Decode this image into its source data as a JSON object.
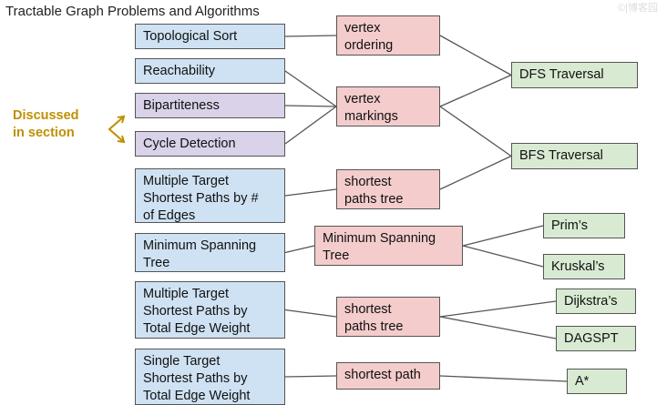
{
  "title": "Tractable Graph Problems and Algorithms",
  "watermark": "©|博客园",
  "annotation": {
    "line1": "Discussed",
    "line2": "in section",
    "color": "#bf9000"
  },
  "colors": {
    "problem": "#cfe2f3",
    "discussed_problem": "#d9d2e9",
    "technique": "#f4cccc",
    "algorithm": "#d9ead3",
    "border": "#555555",
    "edge": "#555555"
  },
  "problems": [
    {
      "id": "p1",
      "lines": [
        "Topological Sort"
      ]
    },
    {
      "id": "p2",
      "lines": [
        "Reachability"
      ]
    },
    {
      "id": "p3",
      "lines": [
        "Bipartiteness"
      ]
    },
    {
      "id": "p4",
      "lines": [
        "Cycle Detection"
      ]
    },
    {
      "id": "p5",
      "lines": [
        "Multiple Target",
        "Shortest Paths by #",
        "of Edges"
      ]
    },
    {
      "id": "p6",
      "lines": [
        "Minimum Spanning",
        "Tree"
      ]
    },
    {
      "id": "p7",
      "lines": [
        "Multiple Target",
        "Shortest Paths by",
        "Total Edge Weight"
      ]
    },
    {
      "id": "p8",
      "lines": [
        "Single Target",
        "Shortest Paths by",
        "Total Edge Weight"
      ]
    }
  ],
  "techniques": [
    {
      "id": "t1",
      "lines": [
        "vertex",
        "ordering"
      ]
    },
    {
      "id": "t2",
      "lines": [
        "vertex",
        "markings"
      ]
    },
    {
      "id": "t3",
      "lines": [
        "shortest",
        "paths tree"
      ]
    },
    {
      "id": "t4",
      "lines": [
        "Minimum Spanning",
        "Tree"
      ]
    },
    {
      "id": "t5",
      "lines": [
        "shortest",
        "paths tree"
      ]
    },
    {
      "id": "t6",
      "lines": [
        "shortest path"
      ]
    }
  ],
  "algorithms": [
    {
      "id": "a1",
      "lines": [
        "DFS Traversal"
      ]
    },
    {
      "id": "a2",
      "lines": [
        "BFS Traversal"
      ]
    },
    {
      "id": "a3",
      "lines": [
        "Prim’s"
      ]
    },
    {
      "id": "a4",
      "lines": [
        "Kruskal’s"
      ]
    },
    {
      "id": "a5",
      "lines": [
        "Dijkstra’s"
      ]
    },
    {
      "id": "a6",
      "lines": [
        "DAGSPT"
      ]
    },
    {
      "id": "a7",
      "lines": [
        "A*"
      ]
    }
  ],
  "edges": [
    [
      "p1",
      "t1"
    ],
    [
      "p2",
      "t2"
    ],
    [
      "p3",
      "t2"
    ],
    [
      "p4",
      "t2"
    ],
    [
      "p5",
      "t3"
    ],
    [
      "p6",
      "t4"
    ],
    [
      "p7",
      "t5"
    ],
    [
      "p8",
      "t6"
    ],
    [
      "t1",
      "a1"
    ],
    [
      "t2",
      "a1"
    ],
    [
      "t2",
      "a2"
    ],
    [
      "t3",
      "a2"
    ],
    [
      "t4",
      "a3"
    ],
    [
      "t4",
      "a4"
    ],
    [
      "t5",
      "a5"
    ],
    [
      "t5",
      "a6"
    ],
    [
      "t6",
      "a7"
    ]
  ]
}
